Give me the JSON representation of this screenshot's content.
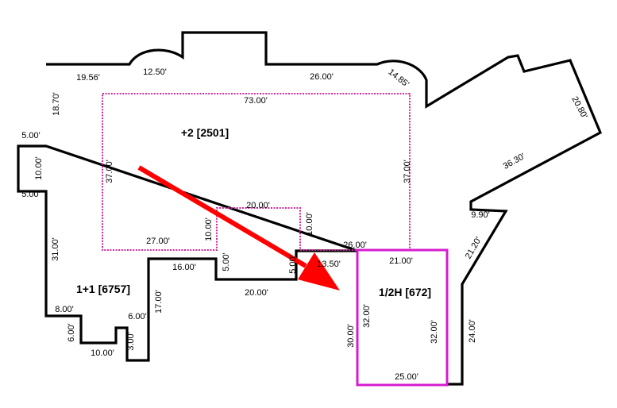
{
  "colors": {
    "outline": "#000000",
    "upper_floor": "#cc2a9c",
    "half_floor": "#d61ccf",
    "arrow": "#ff0000",
    "background": "#ffffff"
  },
  "areas": {
    "upper": "+2 [2501]",
    "main": "1+1 [6757]",
    "half": "1/2H [672]"
  },
  "dimensions": {
    "d_19_56": "19.56'",
    "d_12_50": "12.50'",
    "d_26_00_top": "26.00'",
    "d_14_85": "14.85'",
    "d_20_80": "20.80'",
    "d_36_30": "36.30'",
    "d_9_90": "9.90'",
    "d_21_20": "21.20'",
    "d_24_00": "24.00'",
    "d_18_70": "18.70'",
    "d_5_00_a": "5.00'",
    "d_10_00_left": "10.00'",
    "d_5_00_b": "5.00'",
    "d_31_00": "31.00'",
    "d_8_00": "8.00'",
    "d_6_00": "6.00'",
    "d_10_00_bottom": "10.00'",
    "d_3_00": "3.00'",
    "d_6_00_b": "6.00'",
    "d_17_00": "17.00'",
    "d_16_00": "16.00'",
    "d_5_00_c": "5.00'",
    "d_20_00_lower": "20.00'",
    "d_5_00_d": "5.00'",
    "d_13_50": "13.50'",
    "u_73_00": "73.00'",
    "u_37_00_left": "37.00'",
    "u_37_00_right": "37.00'",
    "u_27_00": "27.00'",
    "u_10_00_a": "10.00'",
    "u_20_00": "20.00'",
    "u_10_00_b": "10.00'",
    "u_26_00": "26.00'",
    "h_21_00": "21.00'",
    "h_32_00_left": "32.00'",
    "h_32_00_right": "32.00'",
    "h_25_00": "25.00'",
    "h_30_00": "30.00'"
  }
}
